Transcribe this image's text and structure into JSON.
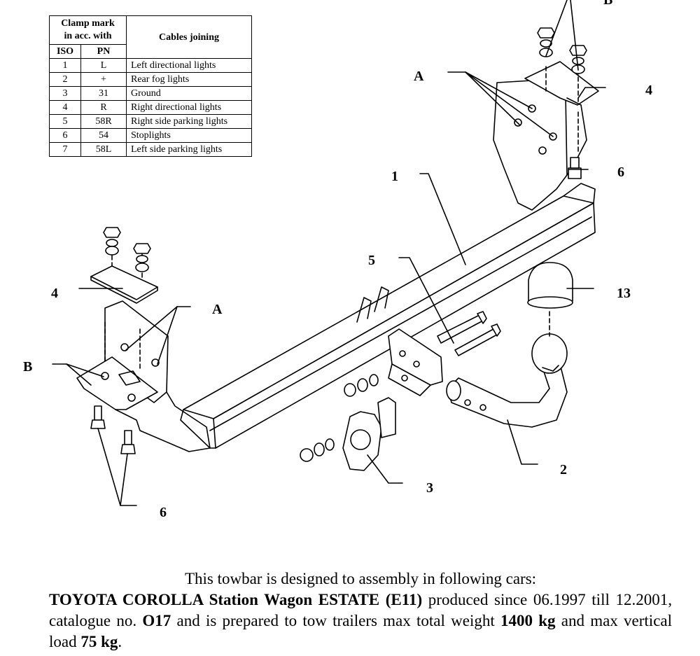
{
  "table": {
    "header_group": "Clamp mark in acc. with",
    "header_group_line1": "Clamp mark",
    "header_group_line2": "in acc. with",
    "col_iso": "ISO",
    "col_pn": "PN",
    "col_cables": "Cables joining",
    "rows": [
      {
        "iso": "1",
        "pn": "L",
        "cable": "Left directional lights"
      },
      {
        "iso": "2",
        "pn": "+",
        "cable": "Rear fog lights"
      },
      {
        "iso": "3",
        "pn": "31",
        "cable": "Ground"
      },
      {
        "iso": "4",
        "pn": "R",
        "cable": "Right directional lights"
      },
      {
        "iso": "5",
        "pn": "58R",
        "cable": "Right side parking lights"
      },
      {
        "iso": "6",
        "pn": "54",
        "cable": "Stoplights"
      },
      {
        "iso": "7",
        "pn": "58L",
        "cable": "Left side parking lights"
      }
    ]
  },
  "labels": {
    "a_top": "A",
    "a_left": "A",
    "b_top": "B",
    "b_left": "B",
    "four_right": "4",
    "four_left": "4",
    "six_right": "6",
    "six_left": "6",
    "one": "1",
    "five": "5",
    "thirteen": "13",
    "two": "2",
    "three": "3"
  },
  "footer": {
    "intro": "This towbar is designed to assembly in following cars:",
    "model": "TOYOTA COROLLA Station Wagon ESTATE (E11)",
    "text1": " produced since 06.1997 till 12.2001, catalogue no. ",
    "catalogue": "O17",
    "text2": " and is prepared to tow trailers max total weight ",
    "weight": "1400 kg",
    "text3": " and max vertical load ",
    "load": "75 kg",
    "text4": "."
  }
}
